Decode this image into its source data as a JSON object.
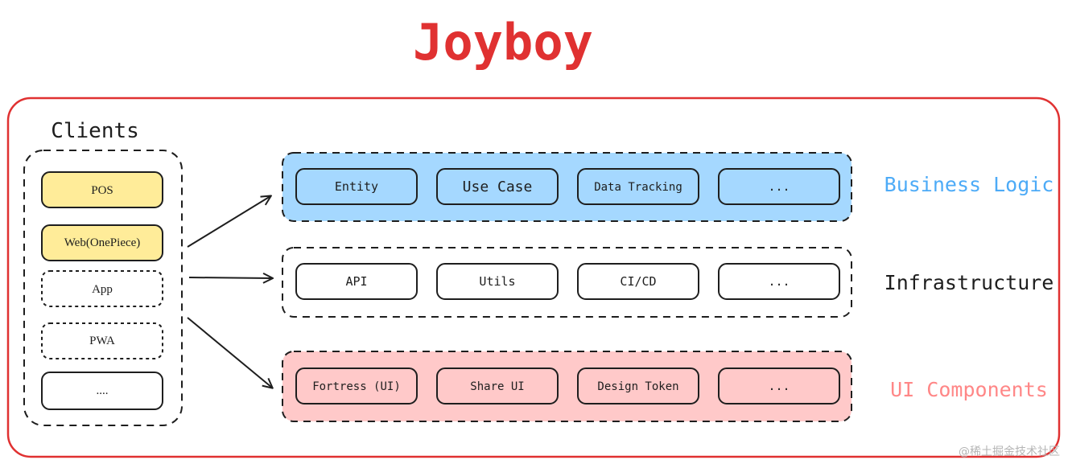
{
  "title": "Joyboy",
  "clients": {
    "heading": "Clients",
    "items": [
      {
        "label": "POS",
        "style": "filled"
      },
      {
        "label": "Web(OnePiece)",
        "style": "filled"
      },
      {
        "label": "App",
        "style": "dashed"
      },
      {
        "label": "PWA",
        "style": "dashed"
      },
      {
        "label": "....",
        "style": "solid"
      }
    ]
  },
  "layers": [
    {
      "name": "Business Logic",
      "fill": "#a5d8ff",
      "label_color": "#4dabf7",
      "items": [
        "Entity",
        "Use Case",
        "Data Tracking",
        "..."
      ]
    },
    {
      "name": "Infrastructure",
      "fill": "#ffffff",
      "label_color": "#1e1e1e",
      "items": [
        "API",
        "Utils",
        "CI/CD",
        "..."
      ]
    },
    {
      "name": "UI Components",
      "fill": "#ffc9c9",
      "label_color": "#ff8787",
      "items": [
        "Fortress (UI)",
        "Share UI",
        "Design Token",
        "..."
      ]
    }
  ],
  "colors": {
    "accent": "#e03131",
    "client_fill": "#ffec99",
    "stroke": "#1e1e1e"
  },
  "watermark": "@稀土掘金技术社区"
}
